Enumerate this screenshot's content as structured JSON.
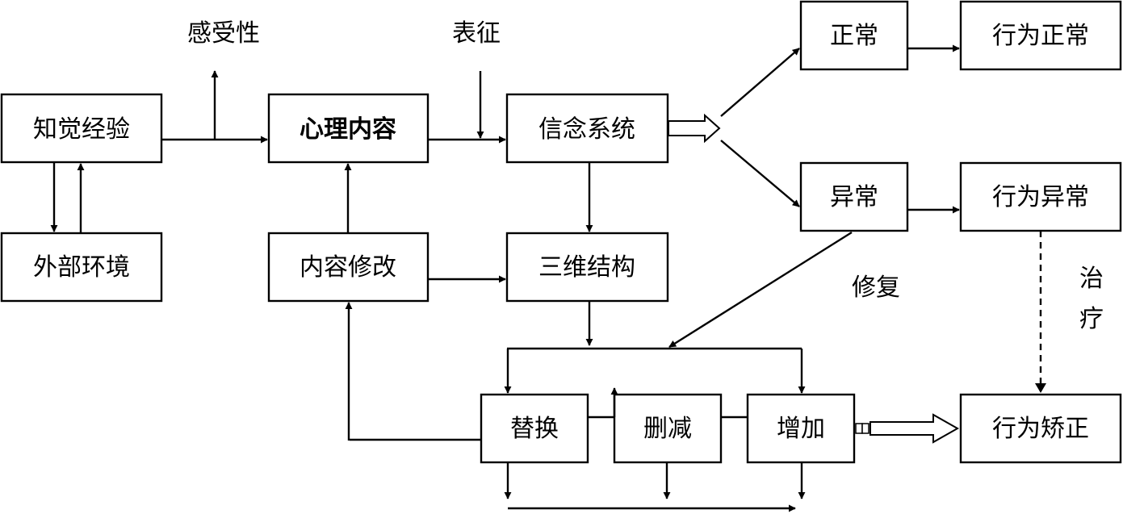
{
  "nodes": {
    "perceptual_experience": "知觉经验",
    "external_environment": "外部环境",
    "mental_content": "心理内容",
    "content_modification": "内容修改",
    "belief_system": "信念系统",
    "three_dim_structure": "三维结构",
    "normal": "正常",
    "abnormal": "异常",
    "normal_behavior": "行为正常",
    "abnormal_behavior": "行为异常",
    "replace": "替换",
    "delete": "删减",
    "add": "增加",
    "behavior_correction": "行为矫正"
  },
  "edge_labels": {
    "sensitivity": "感受性",
    "representation": "表征",
    "repair": "修复",
    "treatment": "治疗"
  },
  "colors": {
    "stroke": "#000000",
    "background": "#ffffff"
  }
}
